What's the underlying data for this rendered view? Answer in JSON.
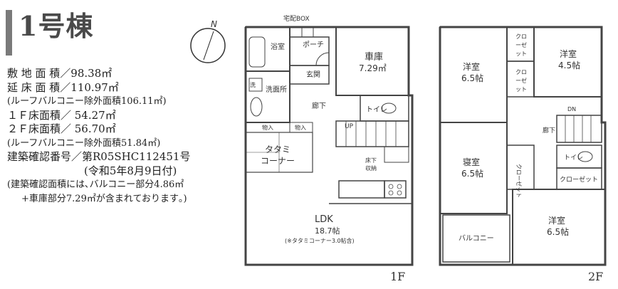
{
  "building_title": "1号棟",
  "compass": "N",
  "spec": {
    "site_area": "敷 地 面 積／98.38㎡",
    "floor_area_total": "延 床 面 積／110.97㎡",
    "floor_area_note": "(ルーフバルコニー除外面積106.11㎡)",
    "floor1_area": "１Ｆ床面積／ 54.27㎡",
    "floor2_area": "２Ｆ床面積／ 56.70㎡",
    "floor2_note": "(ルーフバルコニー除外面積51.84㎡)",
    "permit_number": "建築確認番号／第R05SHC112451号",
    "permit_date": "(令和5年8月9日付)",
    "permit_note_1": "(建築確認面積には､バルコニー部分4.86㎡",
    "permit_note_2": "+車庫部分7.29㎡が含まれております｡)"
  },
  "floor1": {
    "label": "1F",
    "delivery_box": "宅配BOX",
    "bath": "浴室",
    "washroom": "洗面所",
    "washer": "洗",
    "porch": "ポーチ",
    "entrance": "玄関",
    "garage_name": "車庫",
    "garage_area": "7.29㎡",
    "corridor": "廊下",
    "toilet": "トイレ",
    "storage_1": "物入",
    "storage_2": "物入",
    "up": "UP",
    "tatami_1": "タタミ",
    "tatami_2": "コーナー",
    "underfloor_1": "床下",
    "underfloor_2": "収納",
    "ldk_name": "LDK",
    "ldk_size": "18.7帖",
    "ldk_note": "(※タタミコーナー3.0帖含)"
  },
  "floor2": {
    "label": "2F",
    "room_a_name": "洋室",
    "room_a_size": "6.5帖",
    "room_b_name": "洋室",
    "room_b_size": "4.5帖",
    "closet_1a": "クロ",
    "closet_1b": "ーゼ",
    "closet_1c": "ット",
    "closet_2a": "クロ",
    "closet_2b": "ーゼ",
    "closet_2c": "ット",
    "dn": "DN",
    "corridor": "廊下",
    "bedroom_name": "寝室",
    "bedroom_size": "6.5帖",
    "closet_3": "クローゼット",
    "toilet": "トイレ",
    "closet_4": "クローゼット",
    "balcony": "バルコニー",
    "room_c_name": "洋室",
    "room_c_size": "6.5帖"
  }
}
